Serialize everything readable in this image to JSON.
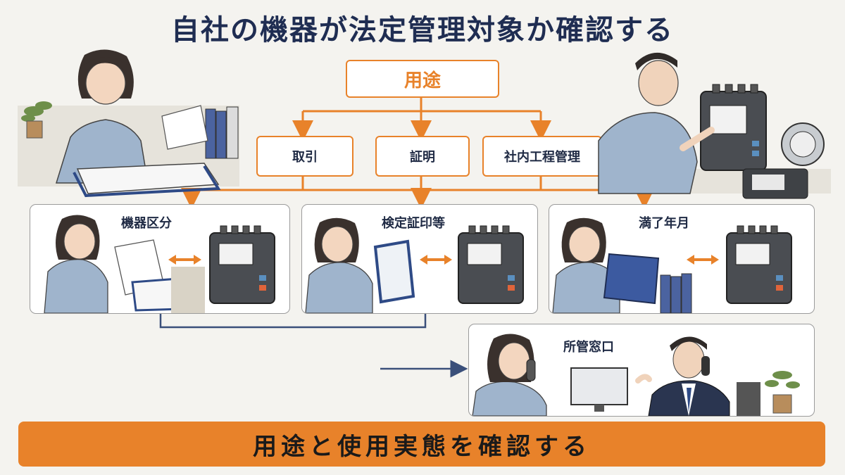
{
  "title": "自社の機器が法定管理対象か確認する",
  "root": {
    "label": "用途"
  },
  "categories": [
    {
      "label": "取引"
    },
    {
      "label": "証明"
    },
    {
      "label": "社内工程管理"
    }
  ],
  "checks": [
    {
      "label": "機器区分"
    },
    {
      "label": "検定証印等"
    },
    {
      "label": "満了年月"
    }
  ],
  "contact": {
    "label": "所管窓口"
  },
  "conclusion": {
    "label": "用途と使用実態を確認する"
  },
  "colors": {
    "accent": "#e8822a",
    "navy": "#1f2d52",
    "line_blue": "#3a4f7a",
    "background": "#f4f3ef"
  }
}
